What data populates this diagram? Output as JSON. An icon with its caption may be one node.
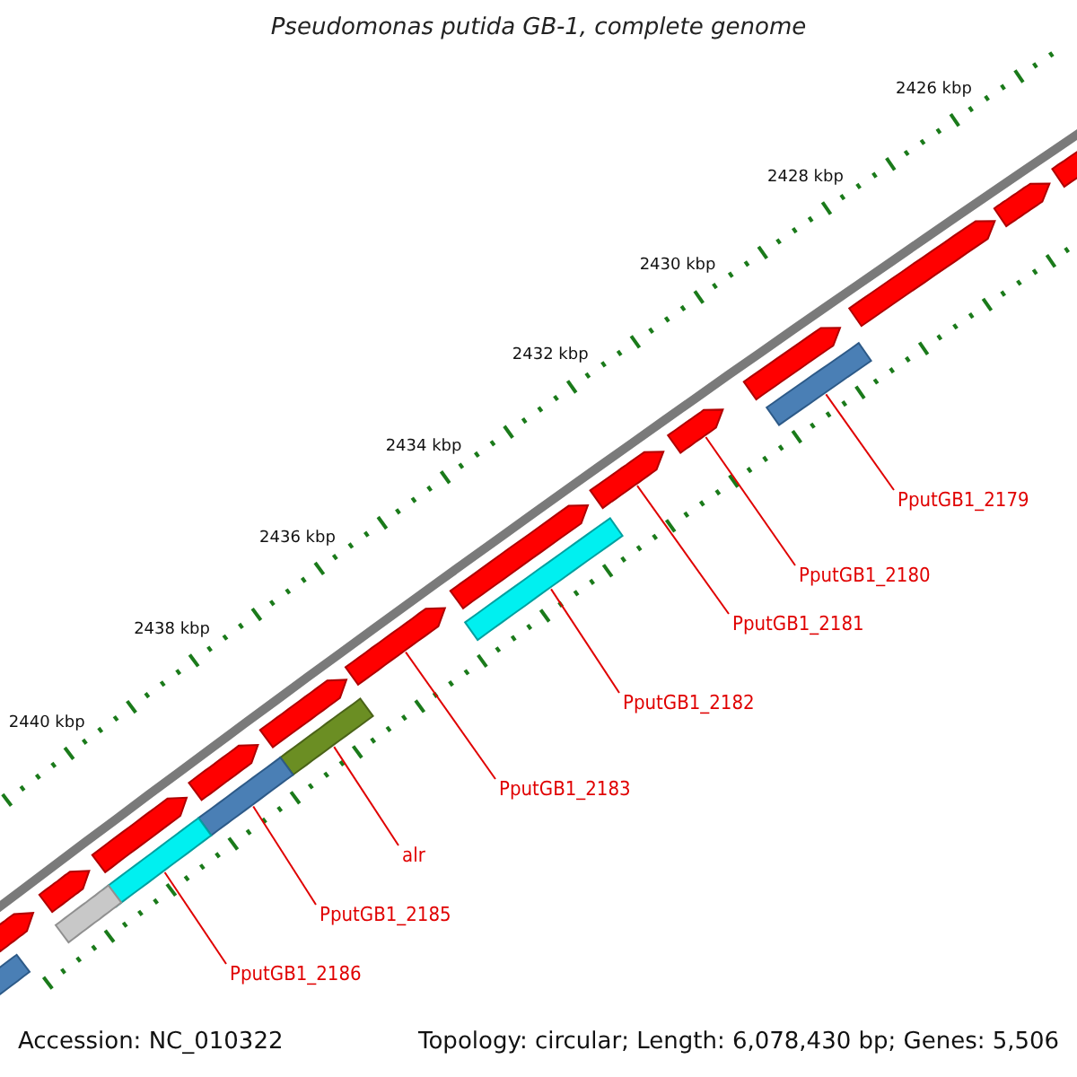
{
  "diagram": {
    "title": "Pseudomonas putida GB-1, complete genome",
    "nodes": [
      {
        "text": [
          "PputGB1_2179"
        ]
      },
      {
        "text": [],
        "shape": "bar"
      },
      {
        "text": [
          "PputGB1_2180"
        ]
      },
      {
        "text": [],
        "shape": "arrow"
      },
      {
        "text": [
          "PputGB1_2181"
        ]
      },
      {
        "text": [],
        "shape": "arrow"
      },
      {
        "text": [
          "PputGB1_2182"
        ]
      },
      {
        "text": [],
        "shape": "bar"
      },
      {
        "text": [
          "PputGB1_2183"
        ]
      },
      {
        "text": [],
        "shape": "arrow"
      },
      {
        "text": [
          "alr"
        ]
      },
      {
        "text": [],
        "shape": "bar"
      },
      {
        "text": [
          "PputGB1_2185"
        ]
      },
      {
        "text": [],
        "shape": "bar"
      },
      {
        "text": [
          "PputGB1_2186"
        ]
      },
      {
        "text": [],
        "shape": "bar"
      },
      {
        "text": [],
        "shape": "arrow"
      },
      {
        "text": [],
        "shape": "arrow"
      },
      {
        "text": [],
        "shape": "arrow"
      },
      {
        "text": [],
        "shape": "arrow"
      },
      {
        "text": [],
        "shape": "arrow"
      },
      {
        "text": [],
        "shape": "arrow"
      },
      {
        "text": [],
        "shape": "arrow"
      },
      {
        "text": [],
        "shape": "arrow"
      },
      {
        "text": [],
        "shape": "arrow"
      },
      {
        "text": [],
        "shape": "arrow"
      },
      {
        "text": [],
        "shape": "bar"
      },
      {
        "text": [],
        "shape": "bar"
      }
    ],
    "edges": [
      {
        "from": 0,
        "to": 1,
        "arrow": "none"
      },
      {
        "from": 2,
        "to": 3,
        "arrow": "none"
      },
      {
        "from": 4,
        "to": 5,
        "arrow": "none"
      },
      {
        "from": 6,
        "to": 7,
        "arrow": "none"
      },
      {
        "from": 8,
        "to": 9,
        "arrow": "none"
      },
      {
        "from": 10,
        "to": 11,
        "arrow": "none"
      },
      {
        "from": 12,
        "to": 13,
        "arrow": "none"
      },
      {
        "from": 14,
        "to": 15,
        "arrow": "none"
      }
    ],
    "labels": [
      "2426 kbp",
      "2428 kbp",
      "2430 kbp",
      "2432 kbp",
      "2434 kbp",
      "2436 kbp",
      "2438 kbp",
      "2440 kbp",
      "Accession: NC_010322",
      "Topology: circular; Length: 6,078,430 bp; Genes: 5,506"
    ]
  }
}
